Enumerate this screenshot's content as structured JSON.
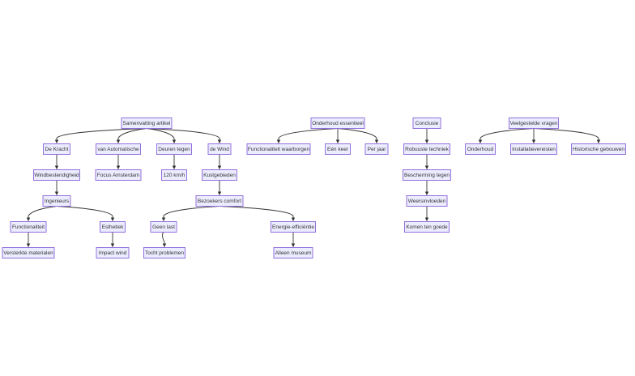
{
  "diagram": {
    "type": "flowchart-tree",
    "colors": {
      "node_fill": "#ececff",
      "node_border": "#9370db",
      "edge": "#333333",
      "text": "#333333"
    },
    "nodes": {
      "samenvatting": "Samenvatting artikel",
      "de_kracht": "De Kracht",
      "van_automatische": "van Automatische",
      "deuren_tegen": "Deuren tegen",
      "de_wind": "de Wind",
      "windbestendigheid": "Windbestendigheid",
      "focus_amsterdam": "Focus Amsterdam",
      "kmh": "120 km/h",
      "kustgebieden": "Kustgebieden",
      "ingenieurs": "Ingenieurs",
      "bezoekers_comfort": "Bezoekers comfort",
      "functionaliteit": "Functionaliteit",
      "esthetiek": "Esthetiek",
      "geen_last": "Geen last",
      "energie": "Energie-efficiëntie",
      "versterkte": "Versterkte materialen",
      "impact_wind": "Impact wind",
      "tocht": "Tocht problemen",
      "alleen_museum": "Alleen museum",
      "onderhoud_essentieel": "Onderhoud essentieel",
      "functionaliteit_waarborgen": "Functionaliteit waarborgen",
      "een_keer": "Eén keer",
      "per_jaar": "Per jaar",
      "conclusie": "Conclusie",
      "robuuste": "Robuuste techniek",
      "bescherming": "Bescherming tegen",
      "weersinvloeden": "Weersinvloeden",
      "komen_ten_goede": "Komen ten goede",
      "veelgestelde": "Veelgestelde vragen",
      "onderhoud": "Onderhoud",
      "installatievereisten": "Installatievereisten",
      "historische": "Historische gebouwen"
    },
    "edges": [
      [
        "samenvatting",
        "de_kracht"
      ],
      [
        "samenvatting",
        "van_automatische"
      ],
      [
        "samenvatting",
        "deuren_tegen"
      ],
      [
        "samenvatting",
        "de_wind"
      ],
      [
        "de_kracht",
        "windbestendigheid"
      ],
      [
        "van_automatische",
        "focus_amsterdam"
      ],
      [
        "deuren_tegen",
        "kmh"
      ],
      [
        "de_wind",
        "kustgebieden"
      ],
      [
        "windbestendigheid",
        "ingenieurs"
      ],
      [
        "kustgebieden",
        "bezoekers_comfort"
      ],
      [
        "ingenieurs",
        "functionaliteit"
      ],
      [
        "ingenieurs",
        "esthetiek"
      ],
      [
        "bezoekers_comfort",
        "geen_last"
      ],
      [
        "bezoekers_comfort",
        "energie"
      ],
      [
        "functionaliteit",
        "versterkte"
      ],
      [
        "esthetiek",
        "impact_wind"
      ],
      [
        "geen_last",
        "tocht"
      ],
      [
        "energie",
        "alleen_museum"
      ],
      [
        "onderhoud_essentieel",
        "functionaliteit_waarborgen"
      ],
      [
        "onderhoud_essentieel",
        "een_keer"
      ],
      [
        "onderhoud_essentieel",
        "per_jaar"
      ],
      [
        "conclusie",
        "robuuste"
      ],
      [
        "robuuste",
        "bescherming"
      ],
      [
        "bescherming",
        "weersinvloeden"
      ],
      [
        "weersinvloeden",
        "komen_ten_goede"
      ],
      [
        "veelgestelde",
        "onderhoud"
      ],
      [
        "veelgestelde",
        "installatievereisten"
      ],
      [
        "veelgestelde",
        "historische"
      ]
    ]
  }
}
